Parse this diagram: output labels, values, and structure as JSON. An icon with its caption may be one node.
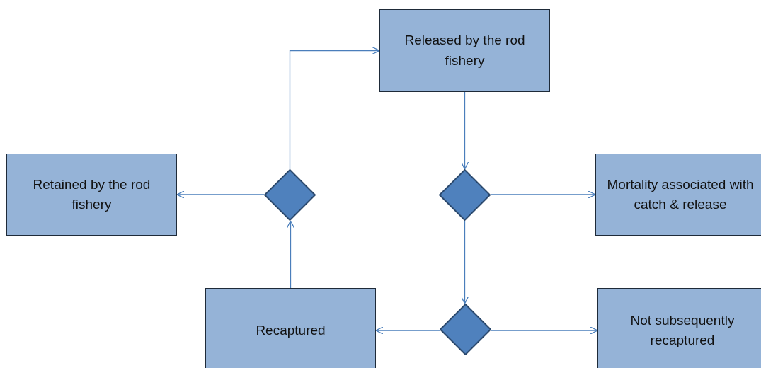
{
  "diagram": {
    "nodes": [
      {
        "text": [
          "Released by the rod fishery"
        ]
      },
      {
        "text": [
          "Retained by the rod fishery"
        ]
      },
      {
        "text": [],
        "shape": "diamond"
      },
      {
        "text": [],
        "shape": "diamond"
      },
      {
        "text": [
          "Mortality associated with catch & release"
        ]
      },
      {
        "text": [
          "Recaptured"
        ]
      },
      {
        "text": [],
        "shape": "diamond"
      },
      {
        "text": [
          "Not subsequently recaptured"
        ]
      }
    ],
    "edges": [
      {
        "from": 2,
        "to": 0,
        "arrow": "to"
      },
      {
        "from": 2,
        "to": 1,
        "arrow": "to"
      },
      {
        "from": 5,
        "to": 2,
        "arrow": "to"
      },
      {
        "from": 0,
        "to": 3,
        "arrow": "to"
      },
      {
        "from": 3,
        "to": 4,
        "arrow": "to"
      },
      {
        "from": 3,
        "to": 6,
        "arrow": "to"
      },
      {
        "from": 6,
        "to": 5,
        "arrow": "to"
      },
      {
        "from": 6,
        "to": 7,
        "arrow": "to"
      }
    ]
  }
}
